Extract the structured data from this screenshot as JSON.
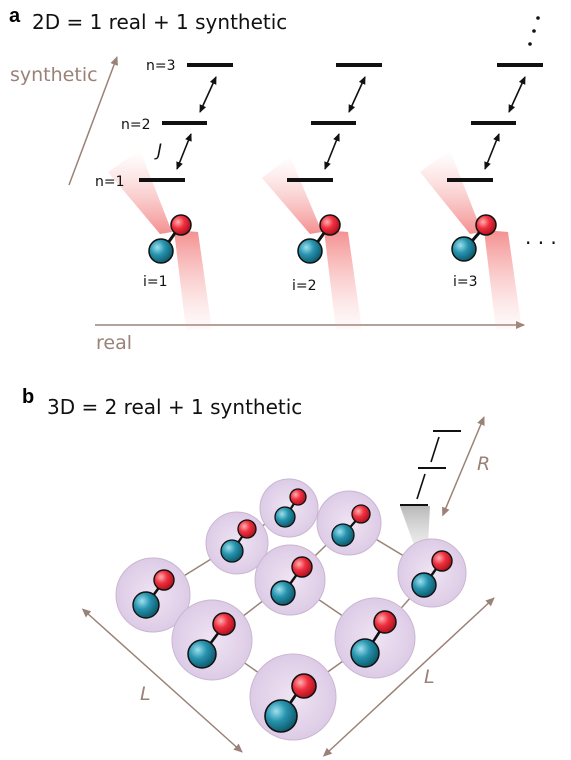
{
  "panel_a": {
    "letter": "a",
    "title": "2D = 1 real + 1 synthetic",
    "synthetic_axis_label": "synthetic",
    "real_axis_label": "real",
    "level_labels": [
      "n=1",
      "n=2",
      "n=3"
    ],
    "coupling_label": "J",
    "site_labels": [
      "i=1",
      "i=2",
      "i=3"
    ],
    "continuation": "· · ·"
  },
  "panel_b": {
    "letter": "b",
    "title": "3D = 2 real + 1 synthetic",
    "size_label_left": "L",
    "size_label_right": "L",
    "range_label": "R"
  },
  "colors": {
    "axis_brown": "#9a8278",
    "atom_red": "#e8202c",
    "atom_teal": "#1f8fa8",
    "beam_red": "#f08a8a",
    "cell_fill": "#e6d9ec",
    "cell_stroke": "#c9b6d3",
    "bond_line": "#9a8278"
  }
}
